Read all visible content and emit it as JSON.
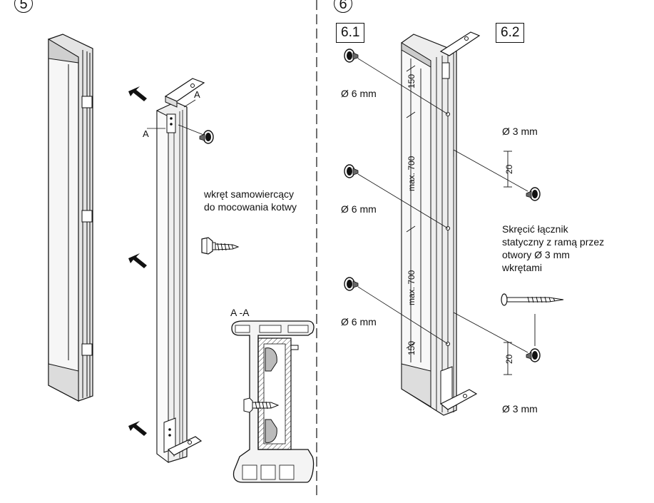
{
  "steps": {
    "step5": "5",
    "step6": "6",
    "sub1": "6.1",
    "sub2": "6.2"
  },
  "left": {
    "section_mark_a1": "A",
    "section_mark_a2": "A",
    "screw_note_line1": "wkręt samowiercący",
    "screw_note_line2": "do mocowania kotwy",
    "section_title": "A -A"
  },
  "right": {
    "hole_6mm_1": "Ø 6 mm",
    "hole_6mm_2": "Ø 6 mm",
    "hole_6mm_3": "Ø 6 mm",
    "hole_3mm_1": "Ø 3 mm",
    "hole_3mm_2": "Ø 3 mm",
    "dim_150_top": "150",
    "dim_max700_1": "max. 700",
    "dim_max700_2": "max. 700",
    "dim_150_bottom": "150",
    "dim_20_top": "20",
    "dim_20_bottom": "20",
    "instruction_line1": "Skręcić łącznik",
    "instruction_line2": "statyczny z ramą przez",
    "instruction_line3": "otwory Ø 3 mm",
    "instruction_line4": "wkrętami"
  },
  "colors": {
    "line": "#111111",
    "fill_light": "#f2f2f2",
    "fill_mid": "#d8d8d8",
    "fill_dark": "#9a9a9a"
  }
}
